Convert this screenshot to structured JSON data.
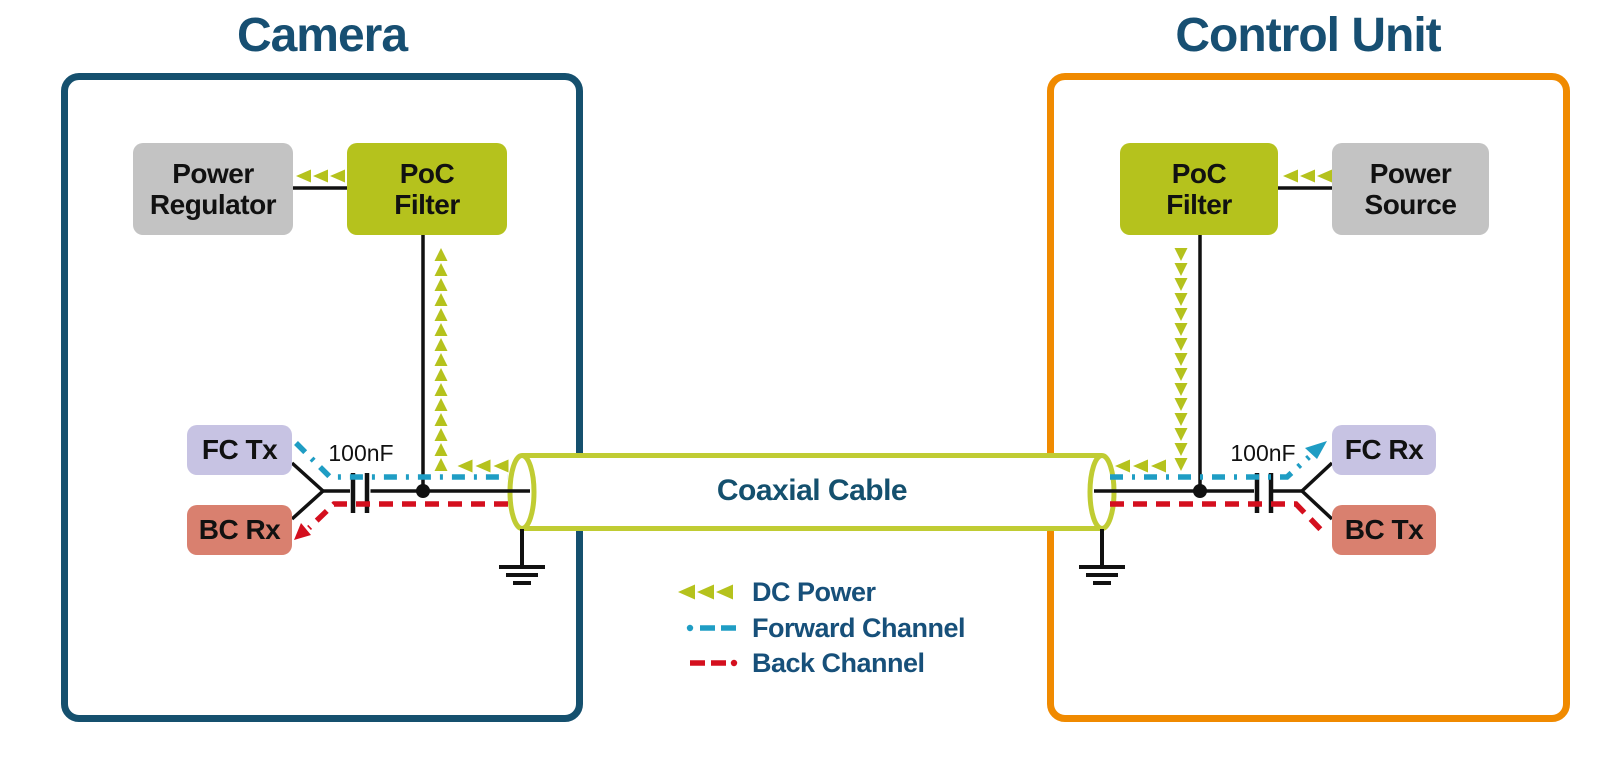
{
  "colors": {
    "navy_text": "#174F72",
    "camera_border": "#15506E",
    "control_border": "#F08A00",
    "poc_green": "#B5C21D",
    "coax_green": "#C0CC33",
    "block_gray": "#C3C3C3",
    "block_lavender": "#C7C3E3",
    "block_salmon": "#D9806F",
    "forward_channel_blue": "#1F9DC4",
    "back_channel_red": "#D40F1E",
    "wire_black": "#111111"
  },
  "camera": {
    "title": "Camera",
    "blocks": {
      "power_regulator": "Power\nRegulator",
      "poc_filter": "PoC\nFilter",
      "fc_tx": "FC Tx",
      "bc_rx": "BC Rx"
    },
    "capacitor_label": "100nF"
  },
  "control_unit": {
    "title": "Control Unit",
    "blocks": {
      "poc_filter": "PoC\nFilter",
      "power_source": "Power\nSource",
      "fc_rx": "FC Rx",
      "bc_tx": "BC Tx"
    },
    "capacitor_label": "100nF"
  },
  "coax": {
    "label": "Coaxial Cable"
  },
  "legend": {
    "items": [
      {
        "label": "DC Power"
      },
      {
        "label": "Forward Channel"
      },
      {
        "label": "Back Channel"
      }
    ]
  }
}
